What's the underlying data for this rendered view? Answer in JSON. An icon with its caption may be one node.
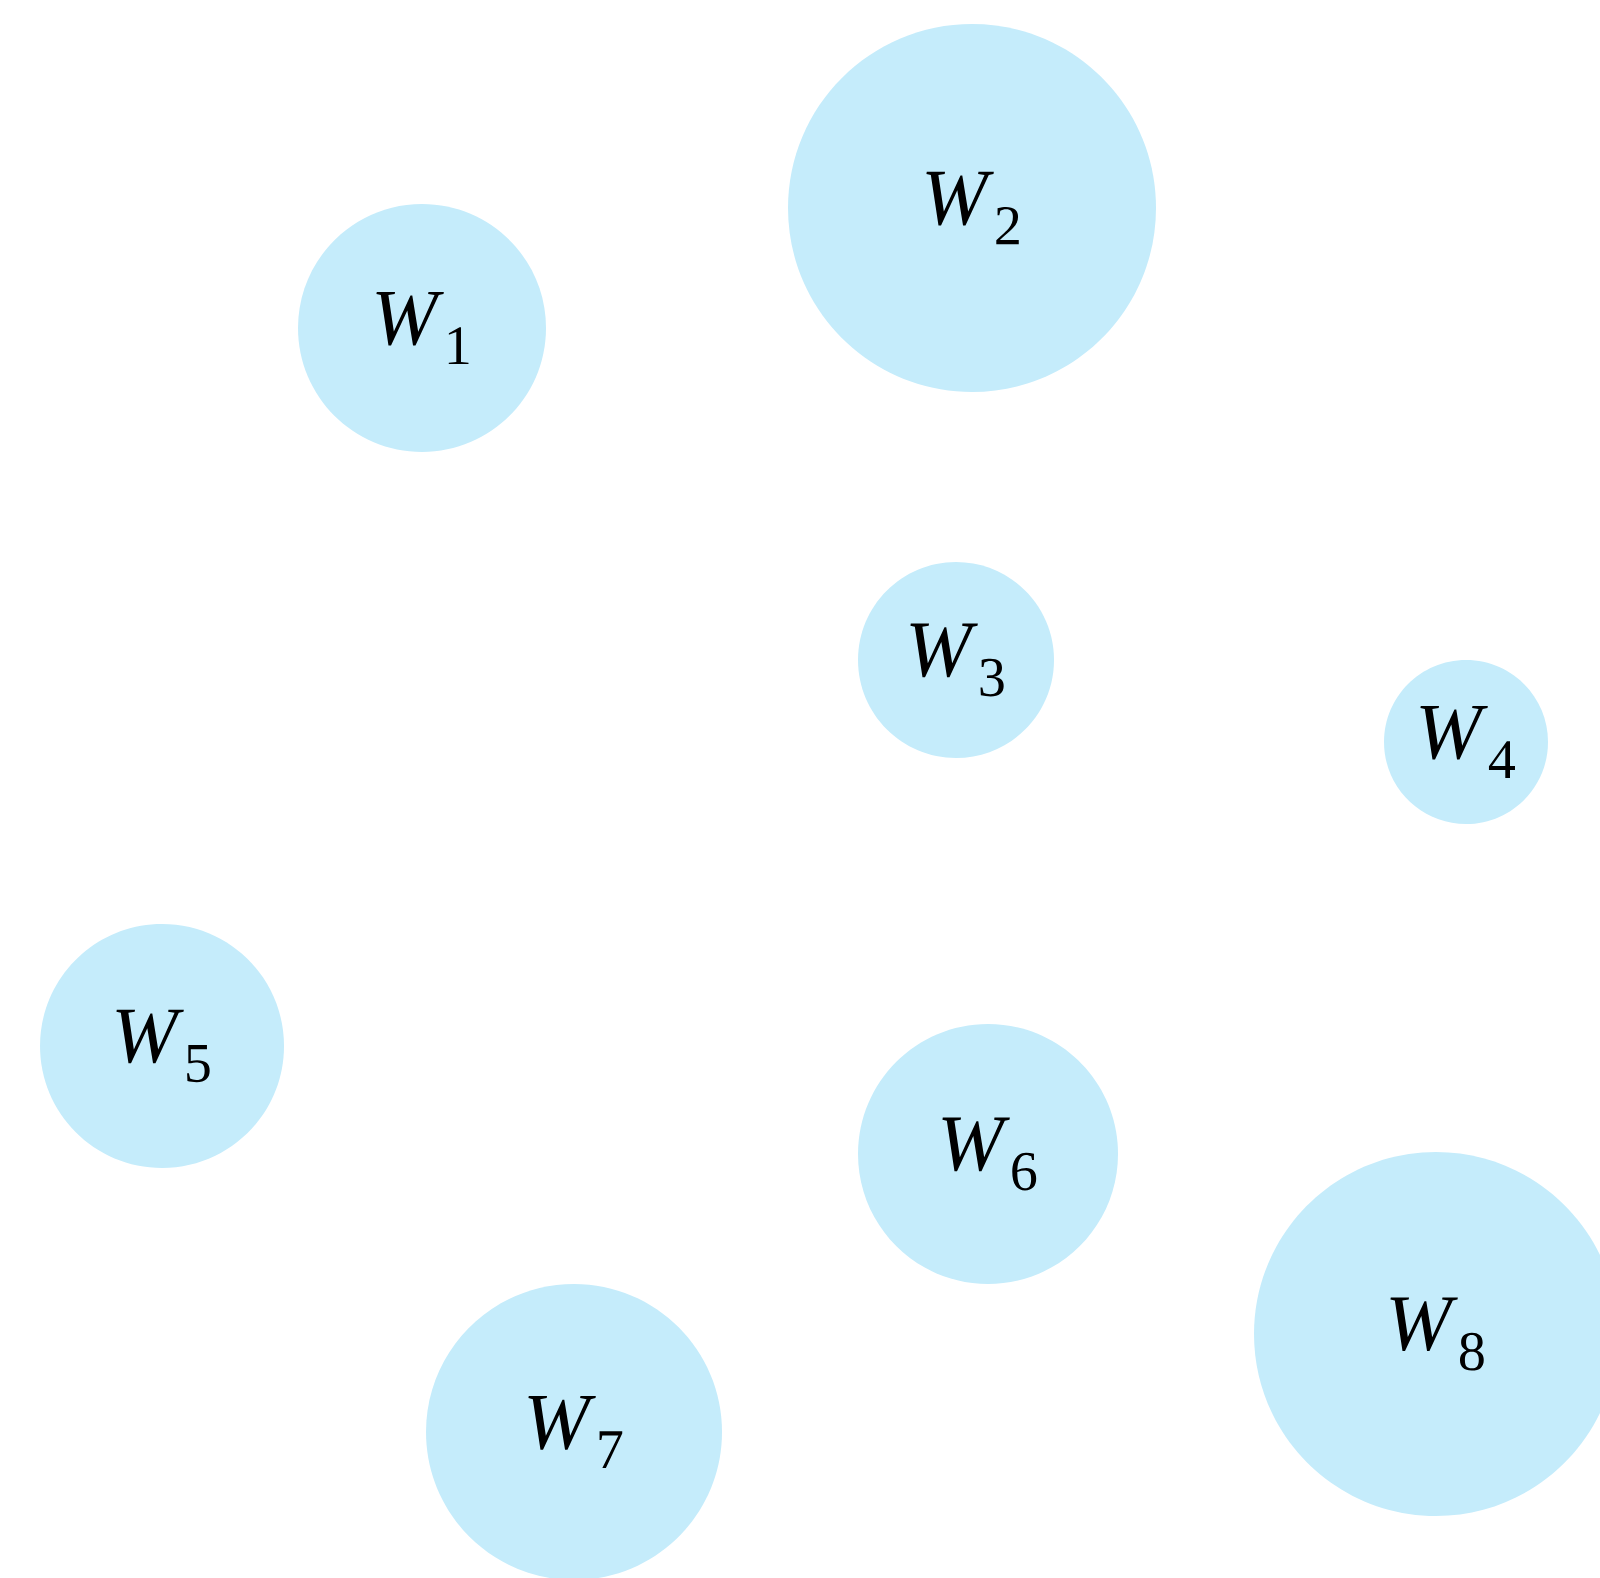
{
  "diagram": {
    "nodes": [
      {
        "text": [
          "*W*$_{1}$"
        ]
      },
      {
        "text": [
          "*W*$_{2}$"
        ]
      },
      {
        "text": [
          "*W*$_{3}$"
        ]
      },
      {
        "text": [
          "*W*$_{4}$"
        ]
      },
      {
        "text": [
          "*W*$_{5}$"
        ]
      },
      {
        "text": [
          "*W*$_{6}$"
        ]
      },
      {
        "text": [
          "*W*$_{7}$"
        ]
      },
      {
        "text": [
          "*W*$_{8}$"
        ]
      }
    ]
  }
}
